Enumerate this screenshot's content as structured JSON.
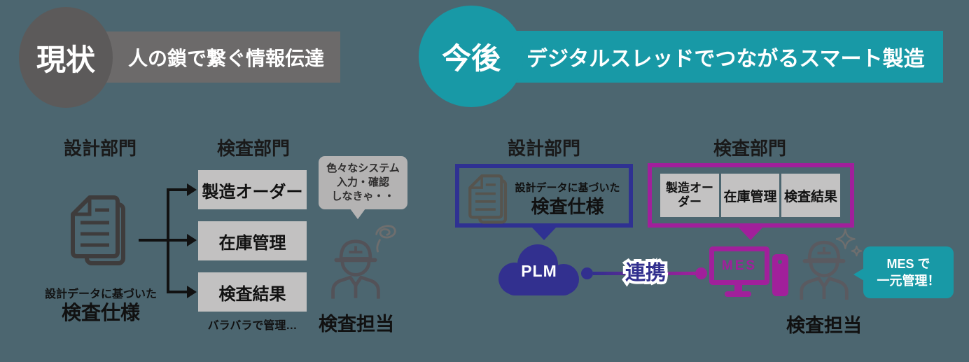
{
  "current": {
    "badge_label": "現状",
    "banner_title": "人の鎖で繋ぐ情報伝達",
    "design_dept": {
      "heading": "設計部門",
      "spec_caption": "設計データに基づいた",
      "spec_title": "検査仕様"
    },
    "inspection_dept": {
      "heading": "検査部門",
      "system_boxes": [
        "製造オーダー",
        "在庫管理",
        "検査結果"
      ],
      "footnote": "バラバラで管理…"
    },
    "worker": {
      "bubble_line1": "色々なシステム",
      "bubble_line2": "入力・確認",
      "bubble_line3": "しなきゃ・・",
      "label": "検査担当"
    }
  },
  "future": {
    "badge_label": "今後",
    "banner_title": "デジタルスレッドでつながるスマート製造",
    "design_dept": {
      "heading": "設計部門",
      "spec_caption": "設計データに基づいた",
      "spec_title": "検査仕様"
    },
    "inspection_dept": {
      "heading": "検査部門",
      "system_boxes": [
        "製造オーダー",
        "在庫管理",
        "検査結果"
      ]
    },
    "plm_label": "PLM",
    "link_label": "連携",
    "mes_label": "MES",
    "worker": {
      "bubble_line1": "MES で",
      "bubble_line2": "一元管理！",
      "label": "検査担当"
    }
  },
  "colors": {
    "background": "#4c6670",
    "current_badge_gray": "#5c5a5a",
    "current_banner_gray": "#6c6a6a",
    "future_teal": "#1899a6",
    "plm_indigo": "#32308f",
    "design_frame_blue": "#2f3192",
    "mes_magenta": "#a1209b",
    "system_box_gray": "#c2c1c1",
    "bubble_gray": "#b4b3b3"
  }
}
